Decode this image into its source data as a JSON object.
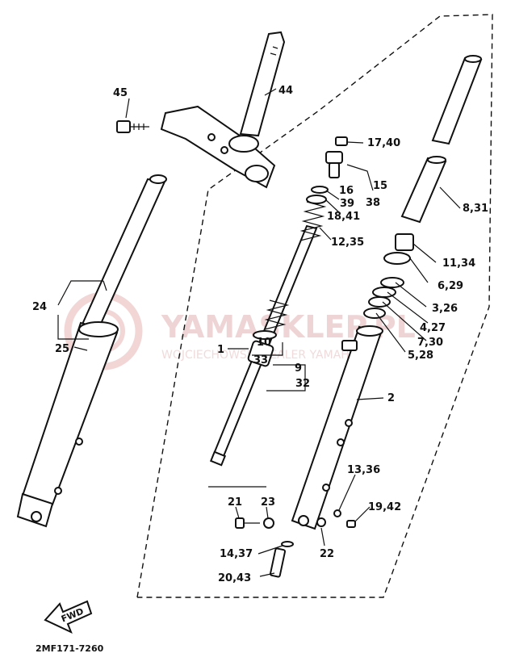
{
  "watermark": {
    "brand": "YAMASKLEP.PL",
    "subtitle": "WOJCIECHOWSKI DEALER YAMAHA"
  },
  "diagram_code": "2MF171-7260",
  "fwd_label": "FWD",
  "callouts": {
    "c45": "45",
    "c44": "44",
    "c17_40": "17,40",
    "c15": "15",
    "c16": "16",
    "c38": "38",
    "c39": "39",
    "c18_41": "18,41",
    "c8_31": "8,31",
    "c12_35": "12,35",
    "c11_34": "11,34",
    "c6_29": "6,29",
    "c3_26": "3,26",
    "c4_27": "4,27",
    "c7_30": "7,30",
    "c5_28": "5,28",
    "c24": "24",
    "c25": "25",
    "c1": "1",
    "c10": "10",
    "c33": "33",
    "c9": "9",
    "c32": "32",
    "c2": "2",
    "c13_36": "13,36",
    "c21": "21",
    "c23": "23",
    "c19_42": "19,42",
    "c14_37": "14,37",
    "c22": "22",
    "c20_43": "20,43"
  }
}
